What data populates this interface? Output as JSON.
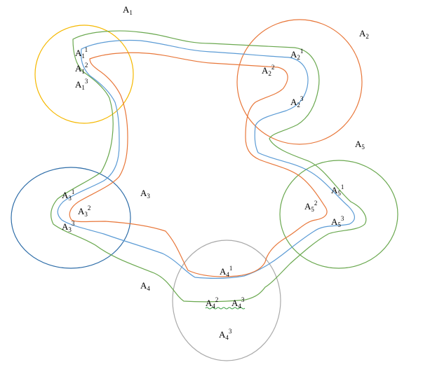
{
  "colors": {
    "circle_A1": "#f5b800",
    "circle_A2": "#e8773a",
    "circle_A3": "#2e6da8",
    "circle_A4": "#aaaaaa",
    "circle_A5": "#6aa84f",
    "path_orange": "#e8773a",
    "path_blue": "#5b9bd5",
    "path_green": "#6aa84f"
  },
  "labels": {
    "A1": {
      "base": "A",
      "sub": "1",
      "sup": ""
    },
    "A2": {
      "base": "A",
      "sub": "2",
      "sup": ""
    },
    "A3": {
      "base": "A",
      "sub": "3",
      "sup": ""
    },
    "A4": {
      "base": "A",
      "sub": "4",
      "sup": ""
    },
    "A5": {
      "base": "A",
      "sub": "5",
      "sup": ""
    },
    "A1_1": {
      "base": "A",
      "sub": "1",
      "sup": "1"
    },
    "A1_2": {
      "base": "A",
      "sub": "1",
      "sup": "2"
    },
    "A1_3": {
      "base": "A",
      "sub": "1",
      "sup": "3"
    },
    "A2_1": {
      "base": "A",
      "sub": "2",
      "sup": "1"
    },
    "A2_2": {
      "base": "A",
      "sub": "2",
      "sup": "2"
    },
    "A2_3": {
      "base": "A",
      "sub": "2",
      "sup": "3"
    },
    "A3_1": {
      "base": "A",
      "sub": "3",
      "sup": "1"
    },
    "A3_2": {
      "base": "A",
      "sub": "3",
      "sup": "2"
    },
    "A3_3": {
      "base": "A",
      "sub": "3",
      "sup": "3"
    },
    "A4_1": {
      "base": "A",
      "sub": "4",
      "sup": "1"
    },
    "A4_2": {
      "base": "A",
      "sub": "4",
      "sup": "2"
    },
    "A4_3": {
      "base": "A",
      "sub": "4",
      "sup": "3"
    },
    "A4_3b": {
      "base": "A",
      "sub": "4",
      "sup": "3"
    },
    "A5_1": {
      "base": "A",
      "sub": "5",
      "sup": "1"
    },
    "A5_2": {
      "base": "A",
      "sub": "5",
      "sup": "2"
    },
    "A5_3": {
      "base": "A",
      "sub": "5",
      "sup": "3"
    }
  }
}
